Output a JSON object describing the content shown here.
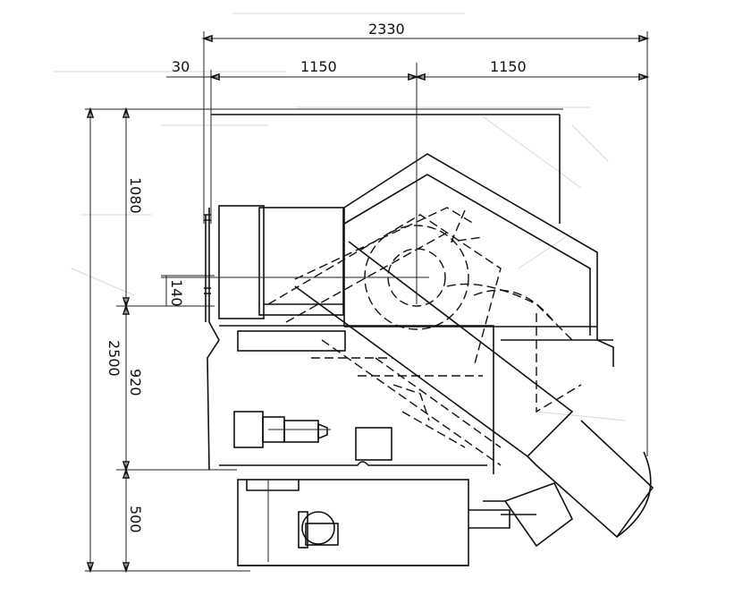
{
  "dimensions": {
    "overall_width": "2330",
    "offset_left": "30",
    "half_left": "1150",
    "half_right": "1150",
    "overall_height": "2500",
    "upper_height": "1080",
    "small_offset": "140",
    "middle_height": "920",
    "base_height": "500"
  }
}
